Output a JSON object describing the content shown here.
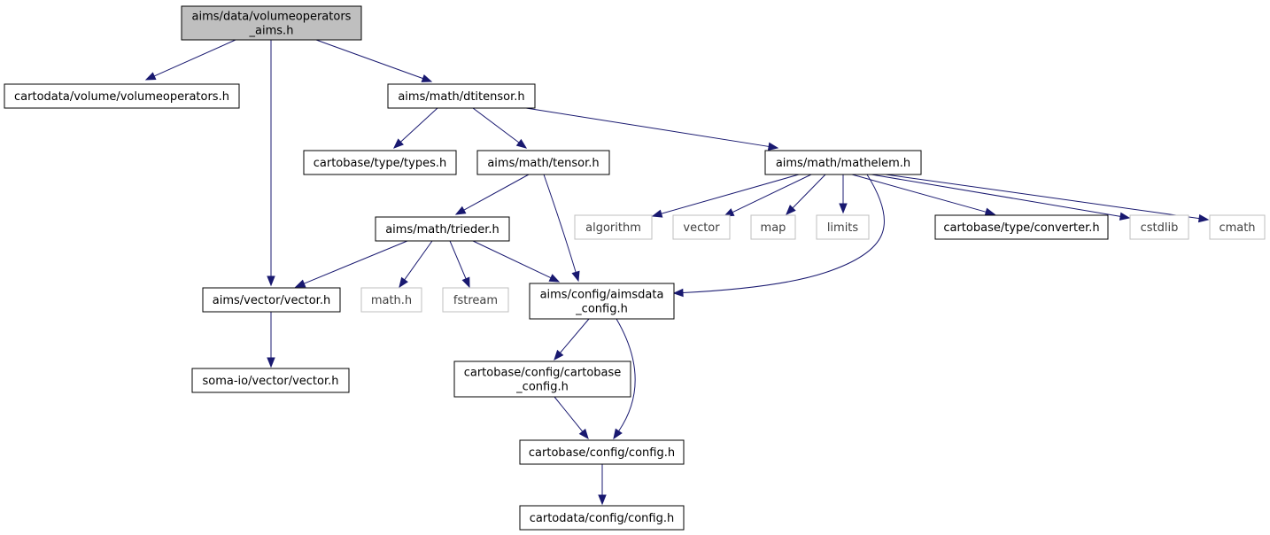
{
  "diagram": {
    "nodes": [
      {
        "id": "n0",
        "lines": [
          "aims/data/volumeoperators",
          "_aims.h"
        ],
        "style": "root"
      },
      {
        "id": "n1",
        "lines": [
          "cartodata/volume/volumeoperators.h"
        ],
        "style": "normal"
      },
      {
        "id": "n2",
        "lines": [
          "aims/vector/vector.h"
        ],
        "style": "normal"
      },
      {
        "id": "n3",
        "lines": [
          "aims/math/dtitensor.h"
        ],
        "style": "normal"
      },
      {
        "id": "n4",
        "lines": [
          "cartobase/type/types.h"
        ],
        "style": "normal"
      },
      {
        "id": "n5",
        "lines": [
          "aims/math/tensor.h"
        ],
        "style": "normal"
      },
      {
        "id": "n6",
        "lines": [
          "aims/math/mathelem.h"
        ],
        "style": "normal"
      },
      {
        "id": "n7",
        "lines": [
          "aims/math/trieder.h"
        ],
        "style": "normal"
      },
      {
        "id": "n8",
        "lines": [
          "algorithm"
        ],
        "style": "external"
      },
      {
        "id": "n9",
        "lines": [
          "vector"
        ],
        "style": "external"
      },
      {
        "id": "n10",
        "lines": [
          "map"
        ],
        "style": "external"
      },
      {
        "id": "n11",
        "lines": [
          "limits"
        ],
        "style": "external"
      },
      {
        "id": "n12",
        "lines": [
          "cartobase/type/converter.h"
        ],
        "style": "normal"
      },
      {
        "id": "n13",
        "lines": [
          "cstdlib"
        ],
        "style": "external"
      },
      {
        "id": "n14",
        "lines": [
          "cmath"
        ],
        "style": "external"
      },
      {
        "id": "n15",
        "lines": [
          "math.h"
        ],
        "style": "external"
      },
      {
        "id": "n16",
        "lines": [
          "fstream"
        ],
        "style": "external"
      },
      {
        "id": "n17",
        "lines": [
          "aims/config/aimsdata",
          "_config.h"
        ],
        "style": "normal"
      },
      {
        "id": "n18",
        "lines": [
          "soma-io/vector/vector.h"
        ],
        "style": "normal"
      },
      {
        "id": "n19",
        "lines": [
          "cartobase/config/cartobase",
          "_config.h"
        ],
        "style": "normal"
      },
      {
        "id": "n20",
        "lines": [
          "cartobase/config/config.h"
        ],
        "style": "normal"
      },
      {
        "id": "n21",
        "lines": [
          "cartodata/config/config.h"
        ],
        "style": "normal"
      }
    ],
    "edges": [
      {
        "from": "n0",
        "to": "n1"
      },
      {
        "from": "n0",
        "to": "n2"
      },
      {
        "from": "n0",
        "to": "n3"
      },
      {
        "from": "n3",
        "to": "n4"
      },
      {
        "from": "n3",
        "to": "n5"
      },
      {
        "from": "n3",
        "to": "n6"
      },
      {
        "from": "n5",
        "to": "n7"
      },
      {
        "from": "n5",
        "to": "n17"
      },
      {
        "from": "n6",
        "to": "n8"
      },
      {
        "from": "n6",
        "to": "n9"
      },
      {
        "from": "n6",
        "to": "n10"
      },
      {
        "from": "n6",
        "to": "n11"
      },
      {
        "from": "n6",
        "to": "n17"
      },
      {
        "from": "n6",
        "to": "n12"
      },
      {
        "from": "n6",
        "to": "n13"
      },
      {
        "from": "n6",
        "to": "n14"
      },
      {
        "from": "n7",
        "to": "n2"
      },
      {
        "from": "n7",
        "to": "n15"
      },
      {
        "from": "n7",
        "to": "n16"
      },
      {
        "from": "n7",
        "to": "n17"
      },
      {
        "from": "n2",
        "to": "n18"
      },
      {
        "from": "n17",
        "to": "n19"
      },
      {
        "from": "n17",
        "to": "n20"
      },
      {
        "from": "n19",
        "to": "n20"
      },
      {
        "from": "n20",
        "to": "n21"
      }
    ],
    "colors": {
      "edge": "#191970",
      "root_fill": "#bfbfbf",
      "normal_fill": "#ffffff",
      "normal_stroke": "#000000",
      "external_stroke": "#bfbfbf",
      "external_text": "#404040",
      "text": "#000000"
    }
  }
}
